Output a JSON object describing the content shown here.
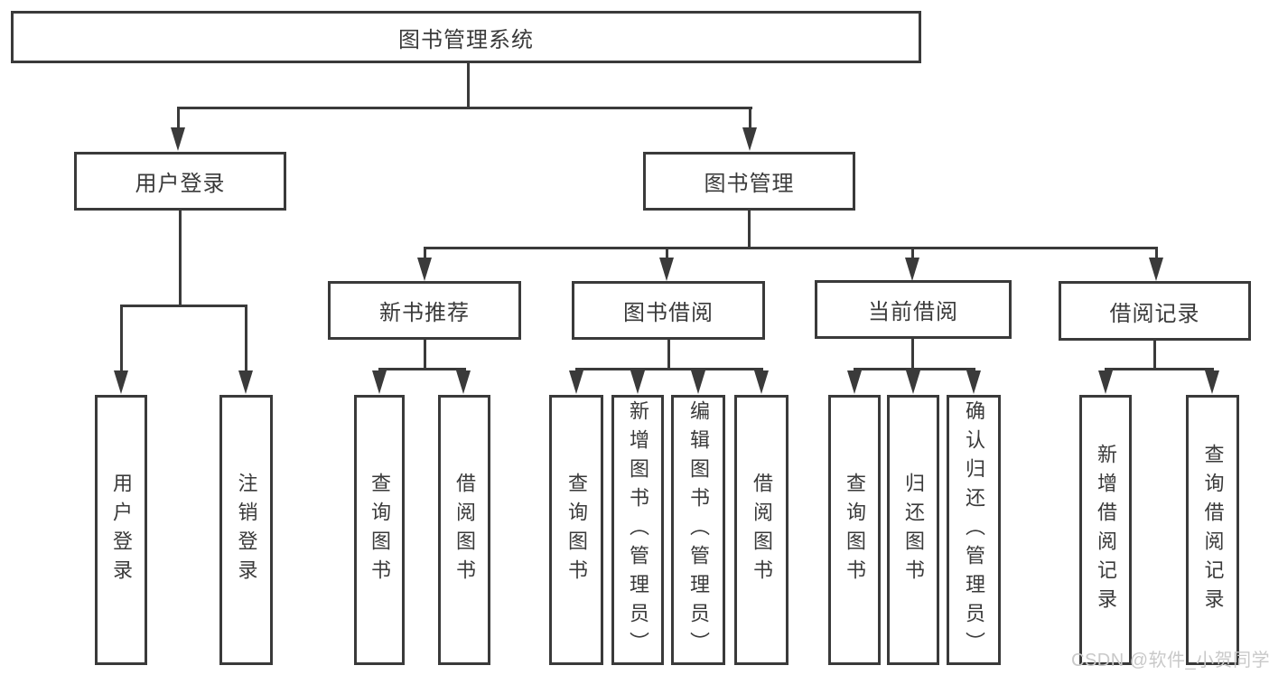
{
  "colors": {
    "line": "#3a3a3a",
    "box_border": "#3a3a3a",
    "text": "#3a3a3a",
    "background": "#ffffff",
    "watermark_text_color": "#c9c9c9"
  },
  "watermark": "CSDN @软件_小贺同学",
  "diagram": {
    "root": "图书管理系统",
    "branches": [
      {
        "label": "用户登录",
        "children": [
          "用户登录",
          "注销登录"
        ]
      },
      {
        "label": "图书管理",
        "children": [
          {
            "label": "新书推荐",
            "children": [
              "查询图书",
              "借阅图书"
            ]
          },
          {
            "label": "图书借阅",
            "children": [
              "查询图书",
              "新增图书（管理员）",
              "编辑图书（管理员）",
              "借阅图书"
            ]
          },
          {
            "label": "当前借阅",
            "children": [
              "查询图书",
              "归还图书",
              "确认归还（管理员）"
            ]
          },
          {
            "label": "借阅记录",
            "children": [
              "新增借阅记录",
              "查询借阅记录"
            ]
          }
        ]
      }
    ]
  }
}
